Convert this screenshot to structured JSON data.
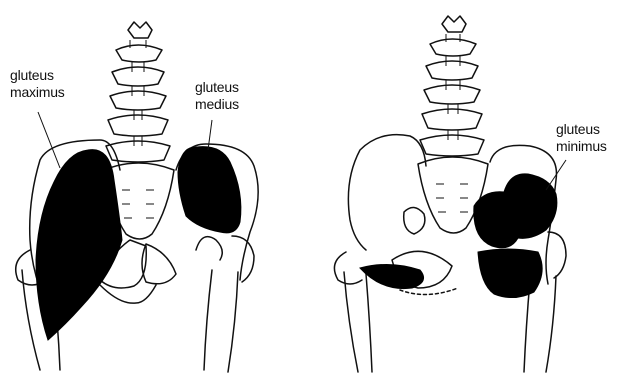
{
  "labels": {
    "gluteus_maximus": [
      "gluteus",
      "maximus"
    ],
    "gluteus_medius": [
      "gluteus",
      "medius"
    ],
    "gluteus_minimus": [
      "gluteus",
      "minimus"
    ]
  },
  "colors": {
    "muscle": "#000000",
    "outline": "#111111",
    "background": "#ffffff"
  }
}
